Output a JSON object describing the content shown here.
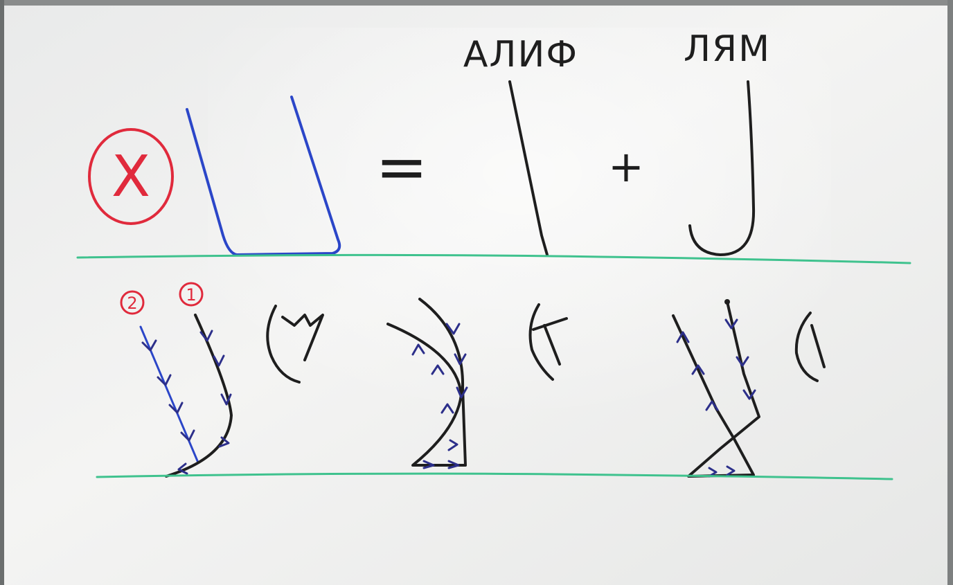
{
  "labels": {
    "alif": "АЛИФ",
    "lam": "ЛЯМ",
    "step_1": "1",
    "step_2": "2"
  },
  "symbols": {
    "wrong_mark": "X",
    "equals": "=",
    "plus": "+"
  },
  "colors": {
    "black_marker": "#1e1e1e",
    "blue_marker": "#2b46c8",
    "red_marker": "#e02a3c",
    "green_baseline": "#3fc28e",
    "arrow_marker": "#2c2f8a"
  }
}
